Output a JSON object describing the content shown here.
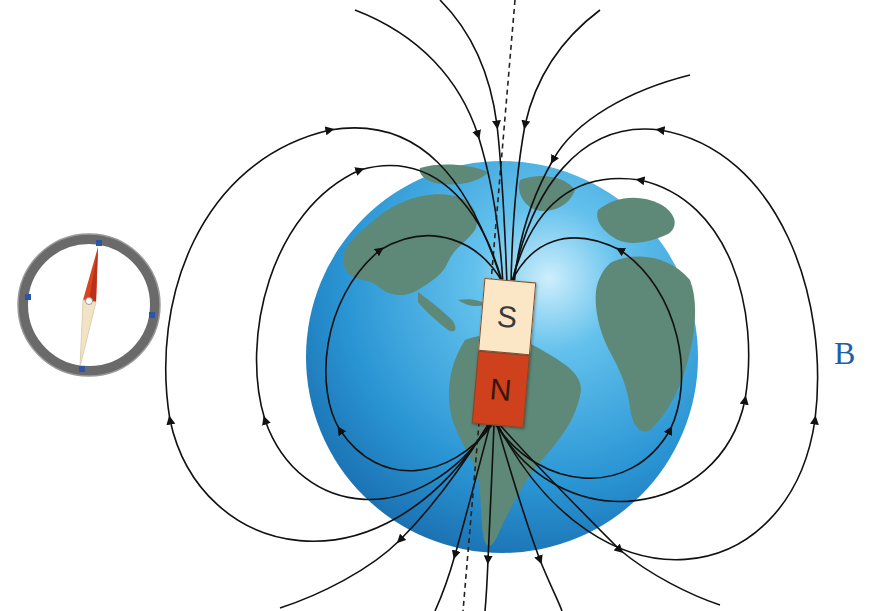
{
  "diagram": {
    "nodes": [
      {
        "text": [
          "S"
        ]
      },
      {
        "text": [
          "N"
        ]
      }
    ],
    "labels": [
      "B"
    ]
  }
}
